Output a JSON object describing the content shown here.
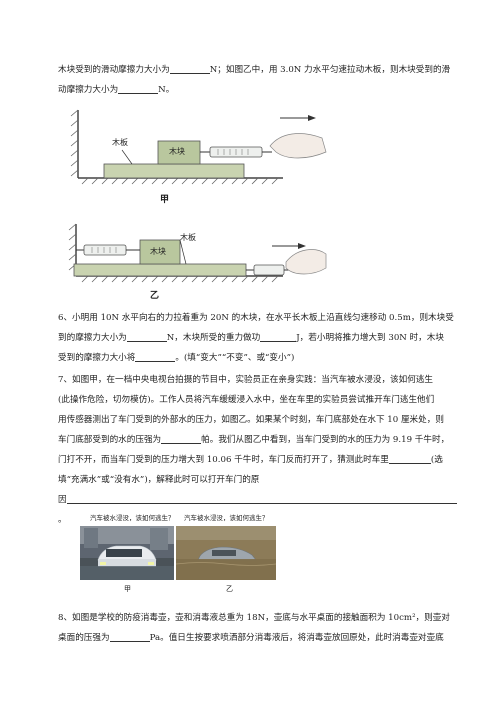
{
  "q5_tail": {
    "line1_pre": "木块受到的滑动摩擦力大小为",
    "line1_mid": "N；如图乙中，用 3.0N 力水平匀速拉动木板，则木块受到的滑",
    "line2_pre": "动摩擦力大小为",
    "line2_post": "N。"
  },
  "fig_jia": {
    "board_label": "木板",
    "block_label": "木块",
    "caption": "甲"
  },
  "fig_yi": {
    "board_label": "木板",
    "block_label": "木块",
    "caption": "乙"
  },
  "q6": {
    "line1": "6、小明用 10N 水平向右的力拉着重为 20N 的木块，在水平长木板上沿直线匀速移动 0.5m，则木块受",
    "line2_pre": "到的摩擦力大小为",
    "line2_mid": "N，木块所受的重力做功",
    "line2_post": "J，若小明将推力增大到 30N 时，木块",
    "line3_pre": "受到的摩擦力大小将",
    "line3_post": "。(填“变大”“不变”、或“变小”)"
  },
  "q7": {
    "line1": "7、如图甲，在一档中央电视台拍摄的节目中，实验员正在亲身实践：当汽车被水浸没，该如何逃生",
    "line2": "(此操作危险，切勿模仿)。工作人员将汽车缓缓浸入水中，坐在车里的实验员尝试推开车门逃生他们",
    "line3": "用传感器测出了车门受到的外部水的压力，如图乙。如果某个时刻，车门底部处在水下 10 厘米处，则",
    "line4_pre": "车门底部受到的水的压强为",
    "line4_post": "帕。我们从图乙中看到，当车门受到的水的压力为 9.19 千牛时，",
    "line5_pre": "门打不开，而当车门受到的压力增大到 10.06 千牛时，车门反而打开了，猜测此时车里",
    "line5_post": "(选",
    "line6": "填“充满水”或“没有水”)，解释此时可以打开车门的原",
    "line7_pre": "因",
    "line8": "。"
  },
  "photos": {
    "left_caption": "汽车被水浸没，该如何逃生？",
    "right_caption": "汽车被水浸没，该如何逃生？",
    "left_label": "甲",
    "right_label": "乙"
  },
  "q8": {
    "line1": "8、如图是学校的防疫消毒壶，壶和消毒液总重为 18N，壶底与水平桌面的接触面积为 10cm²，则壶对",
    "line2_pre": "桌面的压强为",
    "line2_post": "Pa。值日生按要求喷洒部分消毒液后，将消毒壶放回原处，此时消毒壶对壶底"
  },
  "colors": {
    "board": "#c9d3b0",
    "block": "#b9c79e",
    "ground_hatch": "#555555",
    "text": "#222222"
  }
}
